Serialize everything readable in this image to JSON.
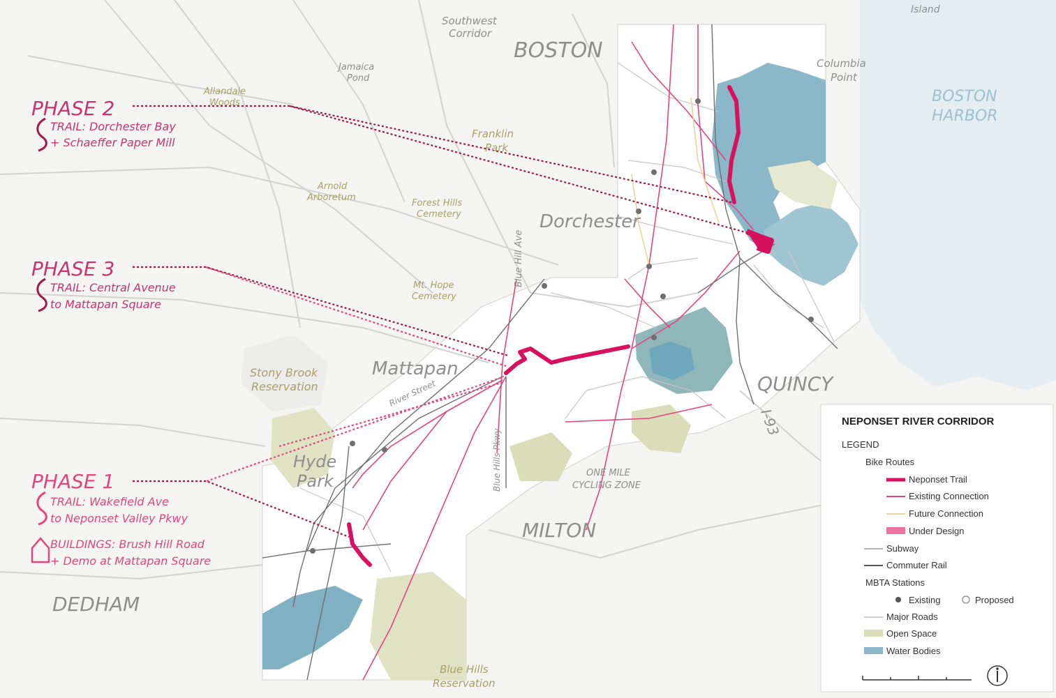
{
  "colors": {
    "trail": "#d8115f",
    "existing_connection": "#e3457f",
    "phase_text": "#c9336f",
    "water": "#8bb8c9",
    "open_space": "#d9deb8",
    "roads": "#cfcfcf",
    "rail": "#6f6f6f"
  },
  "places": {
    "boston": "BOSTON",
    "boston_harbor_1": "BOSTON",
    "boston_harbor_2": "HARBOR",
    "dorchester": "Dorchester",
    "mattapan": "Mattapan",
    "quincy": "QUINCY",
    "milton": "MILTON",
    "dedham": "DEDHAM",
    "hyde_park_1": "Hyde",
    "hyde_park_2": "Park",
    "southwest_corridor_1": "Southwest",
    "southwest_corridor_2": "Corridor",
    "jamaica_pond_1": "Jamaica",
    "jamaica_pond_2": "Pond",
    "allandale_1": "Allandale",
    "allandale_2": "Woods",
    "franklin_park_1": "Franklin",
    "franklin_park_2": "Park",
    "arnold_1": "Arnold",
    "arnold_2": "Arboretum",
    "forest_hills_1": "Forest Hills",
    "forest_hills_2": "Cemetery",
    "mt_hope_1": "Mt. Hope",
    "mt_hope_2": "Cemetery",
    "stony_brook_1": "Stony Brook",
    "stony_brook_2": "Reservation",
    "blue_hills_1": "Blue Hills",
    "blue_hills_2": "Reservation",
    "columbia_1": "Columbia",
    "columbia_2": "Point",
    "island": "Island",
    "blue_hill_ave": "Blue Hill Ave",
    "river_street": "River Street",
    "blue_hills_pkwy": "Blue Hills Pkwy",
    "i93": "I-93",
    "one_mile_1": "ONE MILE",
    "one_mile_2": "CYCLING ZONE"
  },
  "phases": {
    "phase2": {
      "title": "PHASE 2",
      "line1": "TRAIL: Dorchester Bay",
      "line2": "+ Schaeffer Paper Mill"
    },
    "phase3": {
      "title": "PHASE 3",
      "line1": "TRAIL: Central Avenue",
      "line2": "to Mattapan Square"
    },
    "phase1": {
      "title": "PHASE 1",
      "line1": "TRAIL: Wakefield Ave",
      "line2": "to Neponset Valley Pkwy",
      "line3": "BUILDINGS: Brush Hill Road",
      "line4": "+ Demo at Mattapan Square"
    }
  },
  "legend": {
    "title": "NEPONSET RIVER CORRIDOR",
    "legend_label": "LEGEND",
    "bike_routes": "Bike Routes",
    "neponset_trail": "Neponset Trail",
    "existing_connection": "Existing Connection",
    "future_connection": "Future Connection",
    "under_design": "Under Design",
    "subway": "Subway",
    "commuter_rail": "Commuter Rail",
    "mbta_stations": "MBTA Stations",
    "existing": "Existing",
    "proposed": "Proposed",
    "major_roads": "Major Roads",
    "open_space": "Open Space",
    "water_bodies": "Water Bodies"
  }
}
